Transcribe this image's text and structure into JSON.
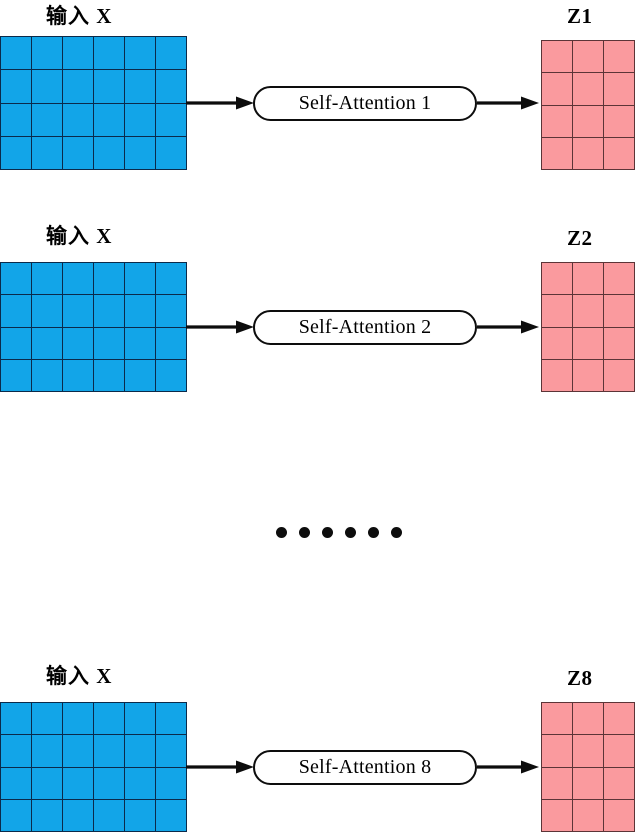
{
  "figure": {
    "title": "Multi-head self-attention: eight parallel attention heads",
    "background_color": "#ffffff"
  },
  "colors": {
    "input_matrix_fill": "#12a5e8",
    "input_matrix_border": "#0b2a4a",
    "output_matrix_fill": "#fa9a9e",
    "output_matrix_border": "#5c3437",
    "stroke": "#0d0d0d",
    "text": "#000000"
  },
  "matrix_shapes": {
    "input_cols": 6,
    "input_rows": 4,
    "output_cols": 3,
    "output_rows": 4
  },
  "rows": [
    {
      "input_label": "输入  X",
      "node_label": "Self-Attention 1",
      "output_label": "Z1"
    },
    {
      "input_label": "输入  X",
      "node_label": "Self-Attention 2",
      "output_label": "Z2"
    },
    {
      "input_label": "输入  X",
      "node_label": "Self-Attention 8",
      "output_label": "Z8"
    }
  ],
  "ellipsis": {
    "name": "continuation-dots",
    "count": 6,
    "meaning": "heads 3 through 7 omitted"
  }
}
